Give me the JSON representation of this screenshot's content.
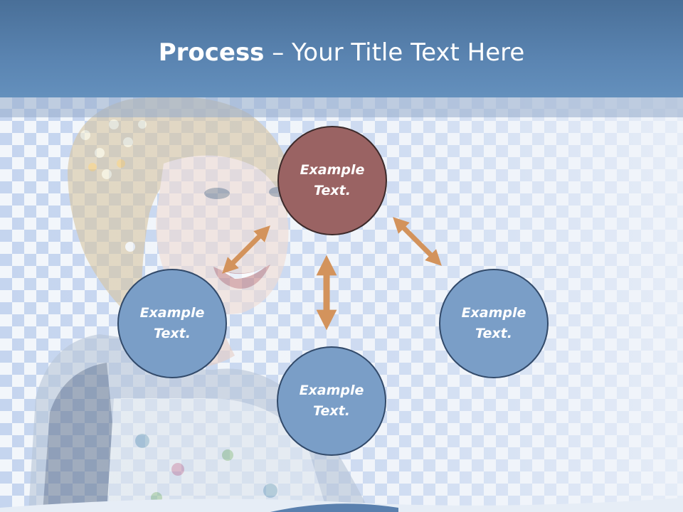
{
  "slide": {
    "title_bold": "Process",
    "title_rest": " – Your Title Text Here"
  },
  "nodes": {
    "top": "Example\nText.",
    "left": "Example\nText.",
    "bottom": "Example\nText.",
    "right": "Example\nText."
  },
  "colors": {
    "header": "#5a84b1",
    "node_blue": "#7a9ec7",
    "node_red": "#9a6363",
    "arrow": "#d3935c"
  }
}
